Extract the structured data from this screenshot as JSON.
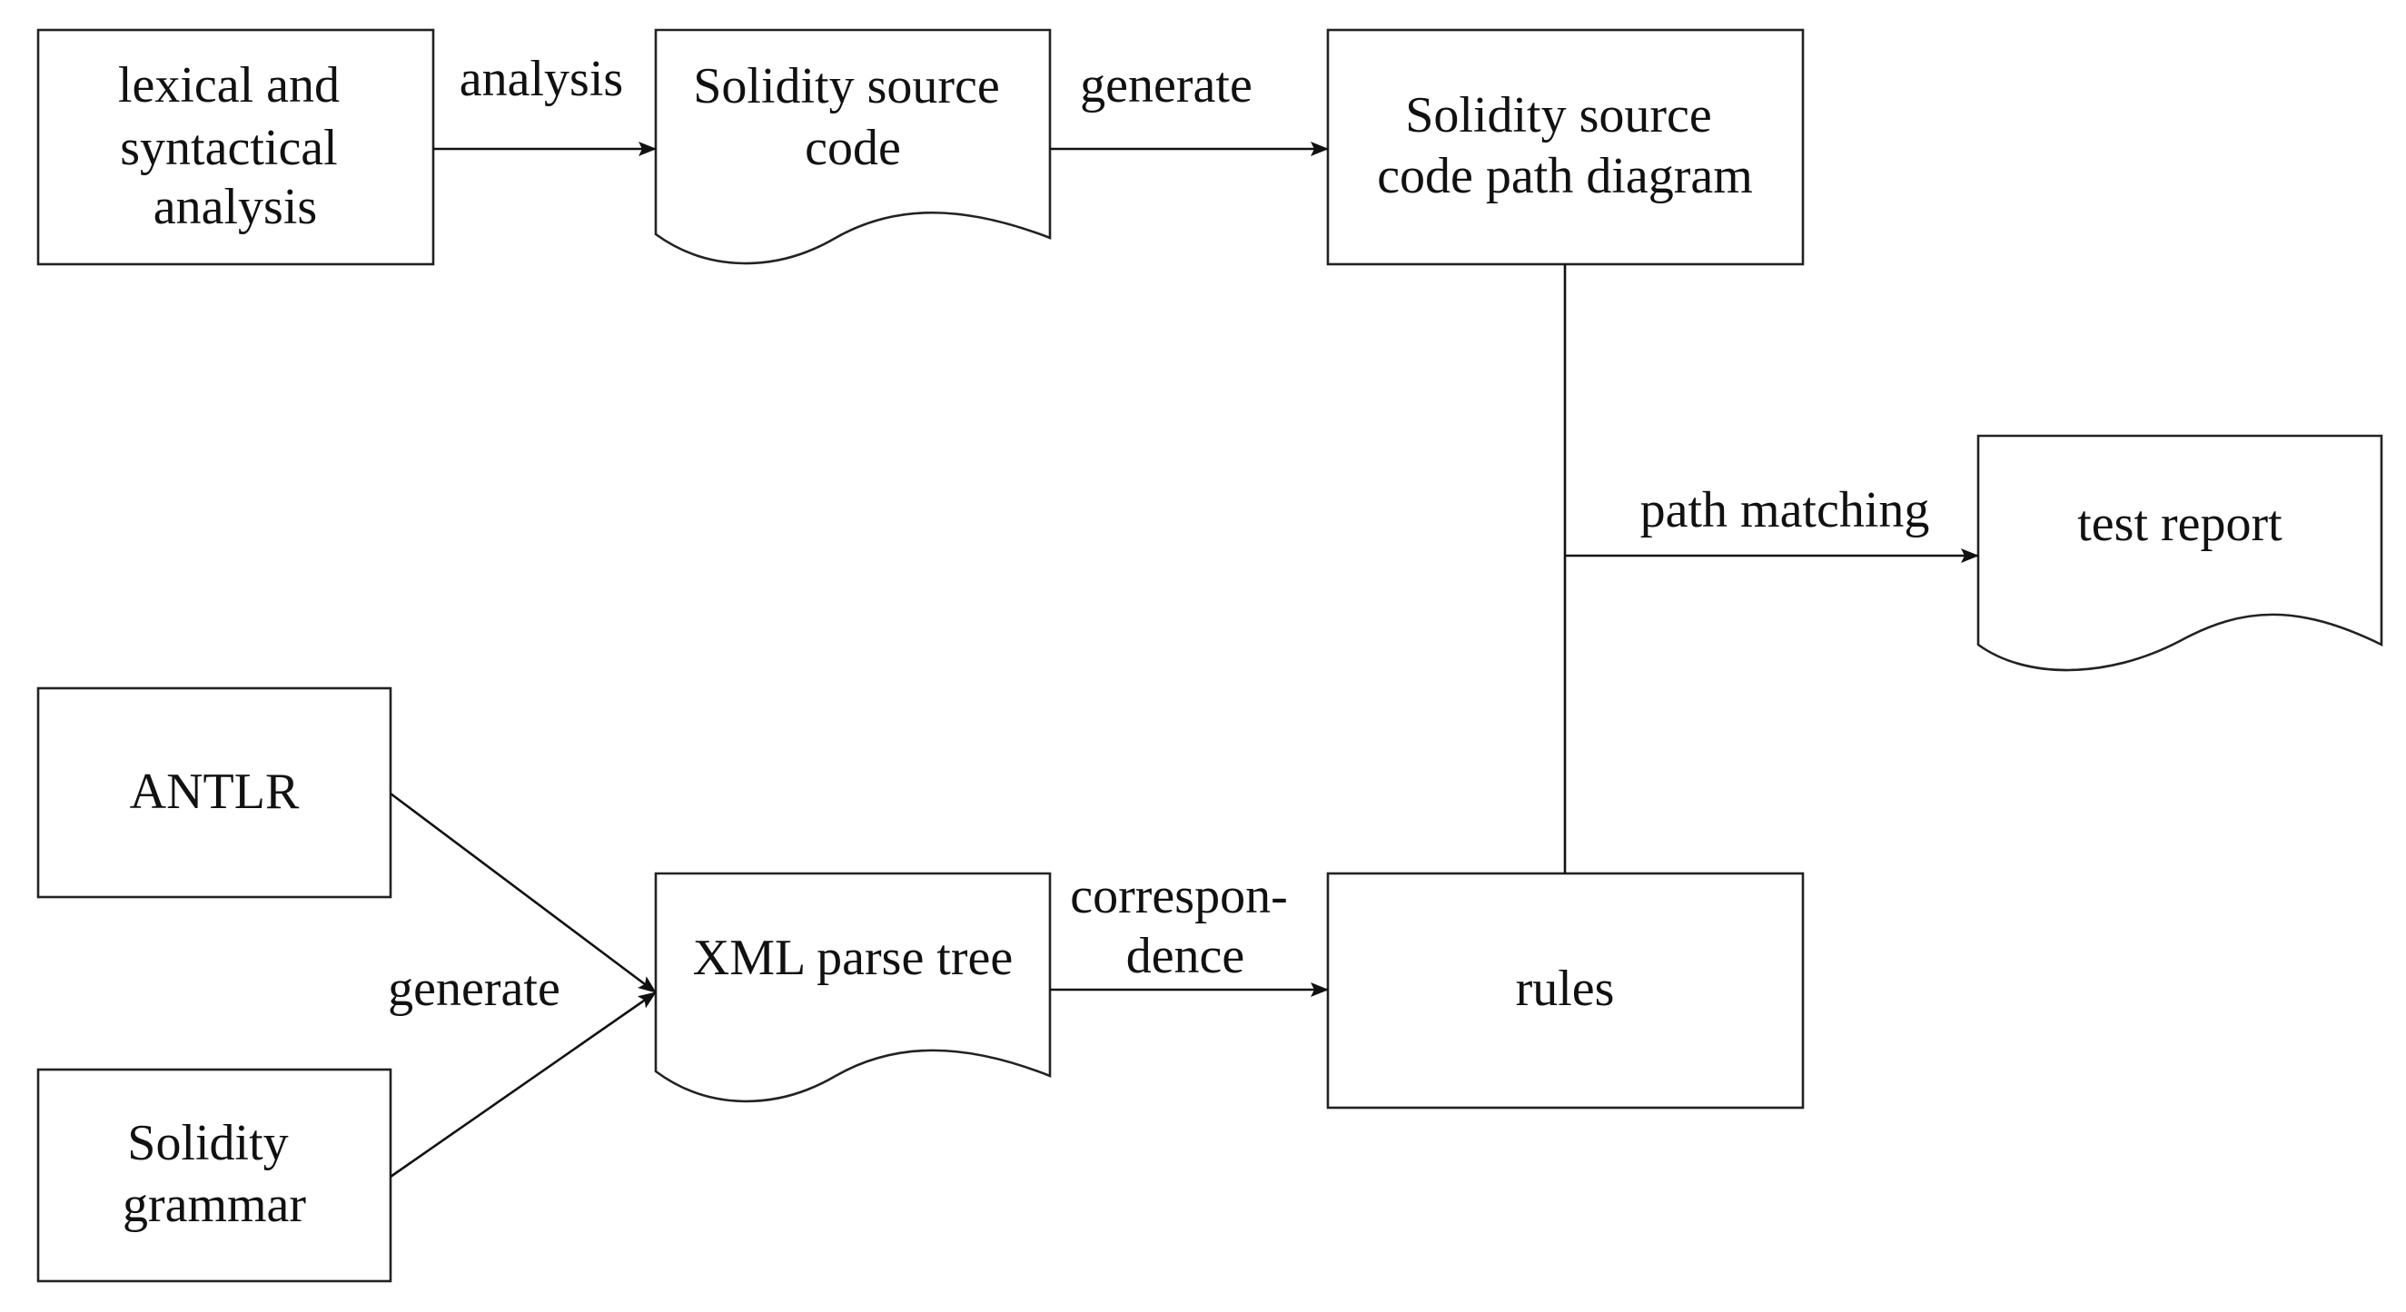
{
  "nodes": {
    "lexical_analysis": [
      "lexical and",
      "syntactical",
      "analysis"
    ],
    "solidity_source_code": [
      "Solidity source",
      "code"
    ],
    "path_diagram": [
      "Solidity source",
      "code path diagram"
    ],
    "test_report": [
      "test report"
    ],
    "antlr": [
      "ANTLR"
    ],
    "xml_parse_tree": [
      "XML parse tree"
    ],
    "rules": [
      "rules"
    ],
    "solidity_grammar": [
      "Solidity",
      "grammar"
    ]
  },
  "edges": {
    "analysis": [
      "analysis"
    ],
    "generate_top": [
      "generate"
    ],
    "path_matching": [
      "path matching"
    ],
    "generate_bottom": [
      "generate"
    ],
    "correspondence": [
      "correspon-",
      "dence"
    ]
  },
  "colors": {
    "stroke": "#222222",
    "text": "#111111",
    "background": "#ffffff"
  }
}
